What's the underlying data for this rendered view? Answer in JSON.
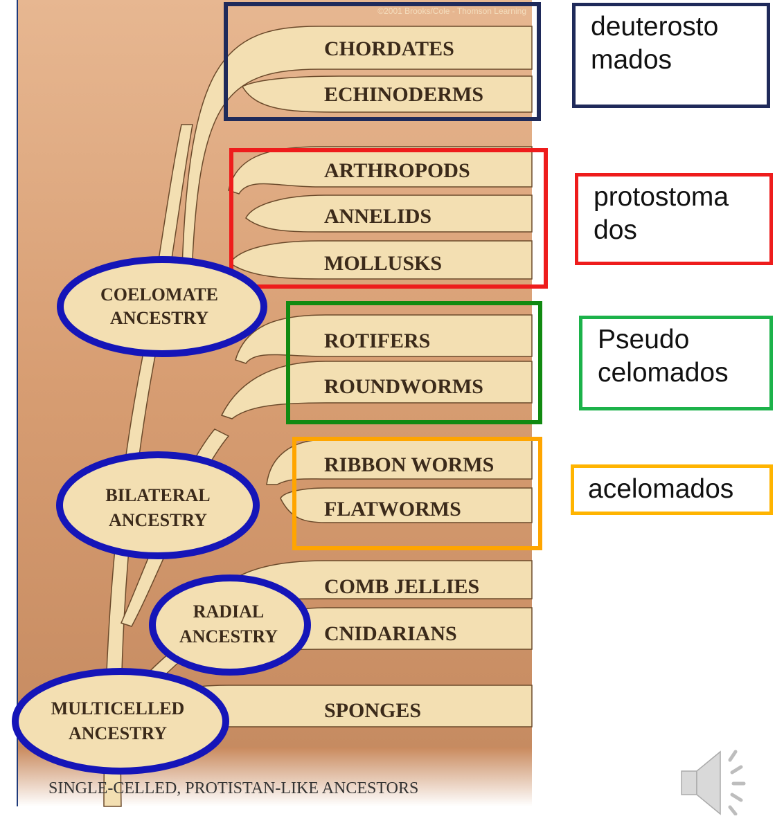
{
  "copyright": "©2001 Brooks/Cole - Thomson Learning",
  "phyla": [
    "CHORDATES",
    "ECHINODERMS",
    "ARTHROPODS",
    "ANNELIDS",
    "MOLLUSKS",
    "ROTIFERS",
    "ROUNDWORMS",
    "RIBBON WORMS",
    "FLATWORMS",
    "COMB JELLIES",
    "CNIDARIANS",
    "SPONGES"
  ],
  "ancestry": {
    "coelomate": [
      "COELOMATE",
      "ANCESTRY"
    ],
    "bilateral": [
      "BILATERAL",
      "ANCESTRY"
    ],
    "radial": [
      "RADIAL",
      "ANCESTRY"
    ],
    "multicelled": [
      "MULTICELLED",
      "ANCESTRY"
    ]
  },
  "base_label": "SINGLE-CELLED, PROTISTAN-LIKE ANCESTORS",
  "groups": {
    "deuterostomados": "deuterosto mados",
    "protostomados": "protostoma dos",
    "pseudocelomados": "Pseudo celomados",
    "acelomados": "acelomados"
  },
  "colors": {
    "band_light": "#f3dfb2",
    "band_dark": "#c98a5e",
    "background_tan": "#d9a27a",
    "oval_border": "#1515b8",
    "deuterostome_box": "#1f2a5a",
    "protostome_box": "#ee1c1c",
    "pseudo_box_outline": "#118a11",
    "pseudo_box_label": "#1cb24a",
    "acelomate_box": "#ffa500",
    "acelomate_label": "#ffb400"
  },
  "icons": [
    "speaker-icon"
  ]
}
